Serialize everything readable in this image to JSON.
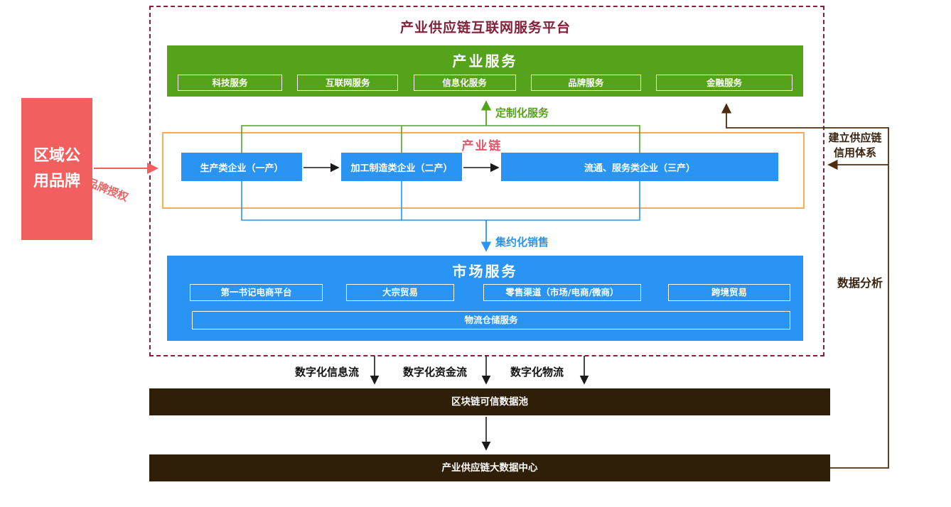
{
  "platform": {
    "title": "产业供应链互联网服务平台",
    "industry_services": {
      "title": "产业服务",
      "items": [
        "科技服务",
        "互联网服务",
        "信息化服务",
        "品牌服务",
        "金融服务"
      ]
    },
    "customized_service_label": "定制化服务",
    "industry_chain": {
      "title": "产业链",
      "nodes": [
        "生产类企业（一产）",
        "加工制造类企业（二产）",
        "流通、服务类企业（三产）"
      ]
    },
    "intensive_sales_label": "集约化销售",
    "market_services": {
      "title": "市场服务",
      "items": [
        "第一书记电商平台",
        "大宗贸易",
        "零售渠道（市场/电商/微商）",
        "跨境贸易"
      ],
      "logistics_item": "物流仓储服务"
    }
  },
  "left": {
    "regional_brand": "区域公用品牌",
    "brand_authorization_label": "品牌授权"
  },
  "right": {
    "credit_system_label": "建立供应链信用体系",
    "data_analysis_label": "数据分析"
  },
  "bottom": {
    "flow_labels": [
      "数字化信息流",
      "数字化资金流",
      "数字化物流"
    ],
    "blockchain_pool": "区块链可信数据池",
    "bigdata_center": "产业供应链大数据中心"
  },
  "colors": {
    "frame_maroon": "#84203a",
    "service_green": "#55a31a",
    "chain_blue": "#2994f3",
    "chain_frame_orange": "#f5ad5c",
    "chain_title_red": "#e85568",
    "brand_pink": "#f25f5f",
    "data_bar_brown": "#2f1e08",
    "loop_line_brown": "#4e2e0e"
  }
}
